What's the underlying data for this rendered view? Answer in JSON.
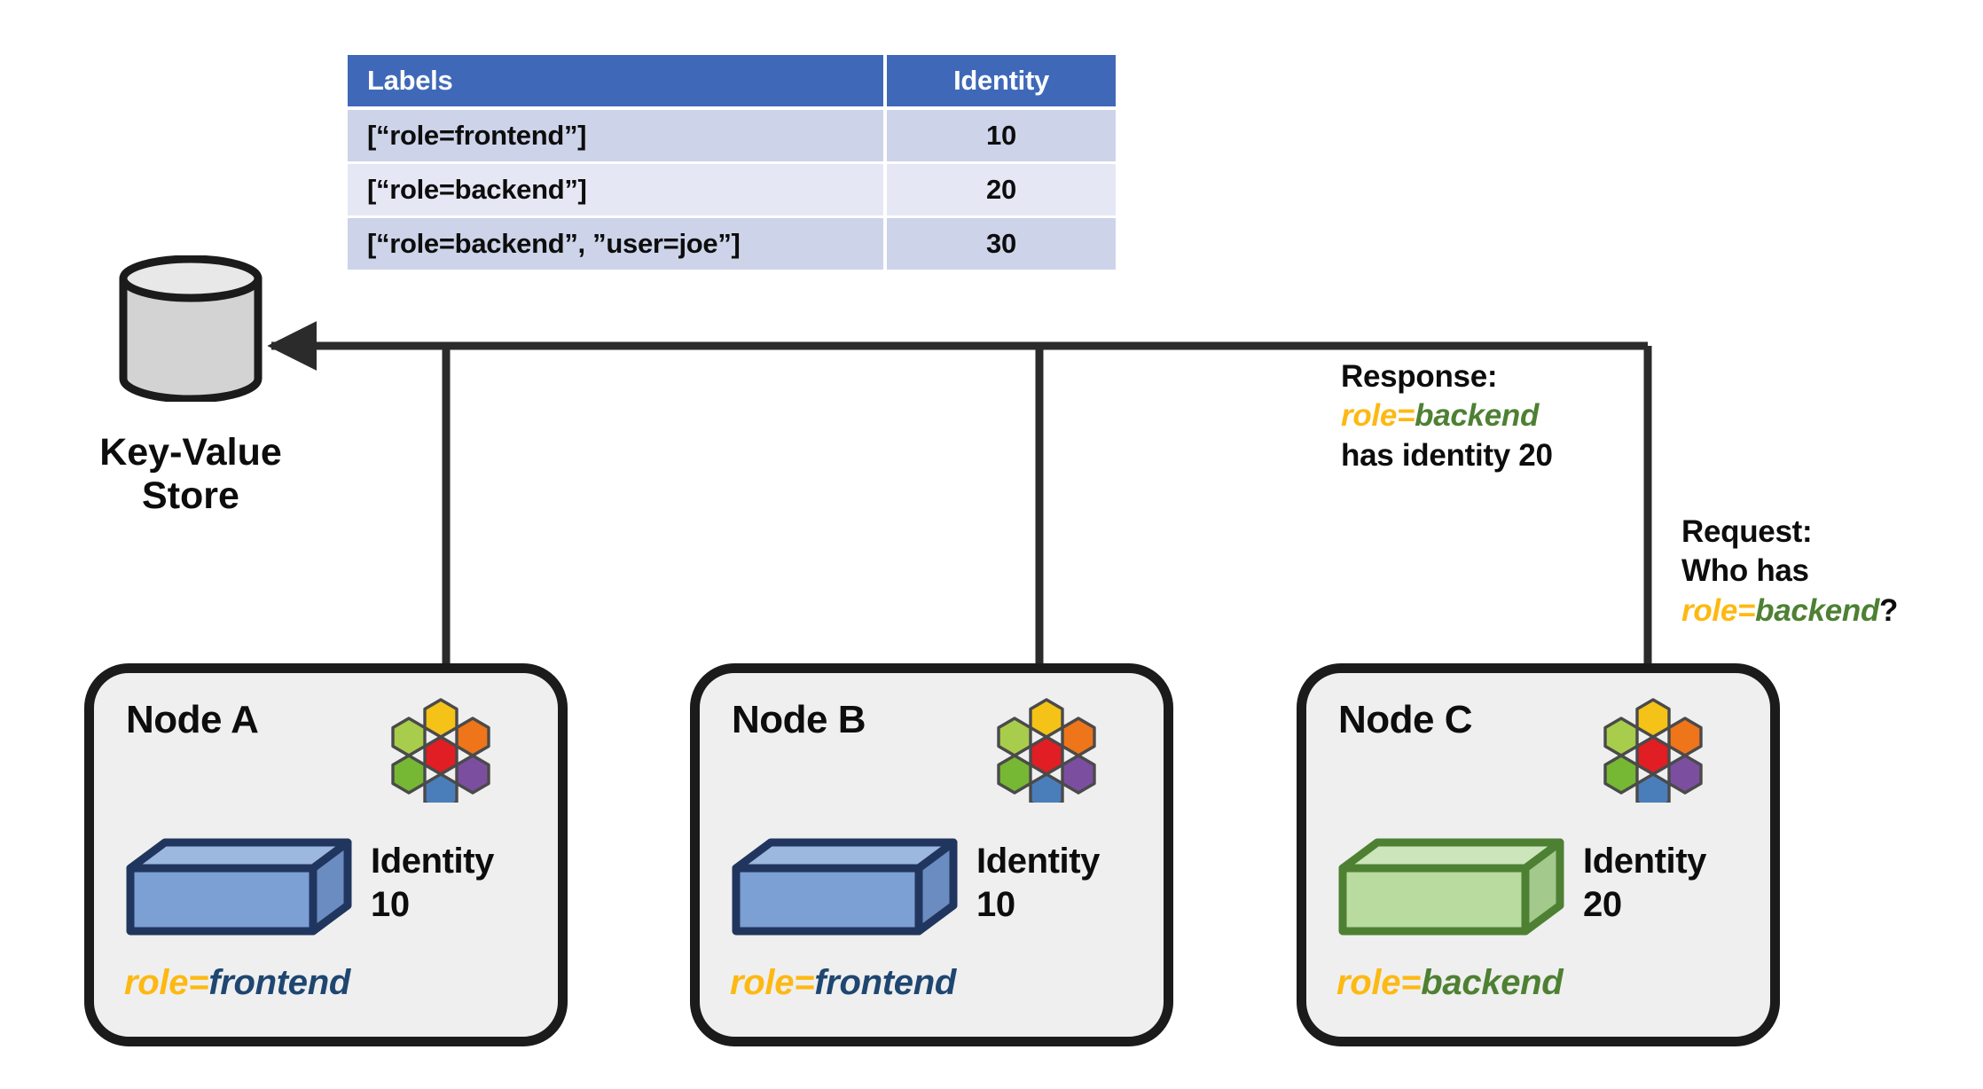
{
  "table": {
    "columns": [
      "Labels",
      "Identity"
    ],
    "rows": [
      {
        "labels": "[“role=frontend”]",
        "identity": "10"
      },
      {
        "labels": "[“role=backend”]",
        "identity": "20"
      },
      {
        "labels": "[“role=backend”, ”user=joe”]",
        "identity": "30"
      }
    ],
    "header_color": "#3F69B8",
    "row_color_odd": "#CDD3E9",
    "row_color_even": "#E5E8F4"
  },
  "kv_store": {
    "label": "Key-Value\nStore"
  },
  "nodes": [
    {
      "title": "Node A",
      "identity_label": "Identity\n10",
      "role_key": "role=",
      "role_value": "frontend",
      "box_color": "#7C9FD4",
      "box_stroke": "#21365E"
    },
    {
      "title": "Node B",
      "identity_label": "Identity\n10",
      "role_key": "role=",
      "role_value": "frontend",
      "box_color": "#7C9FD4",
      "box_stroke": "#21365E"
    },
    {
      "title": "Node C",
      "identity_label": "Identity\n20",
      "role_key": "role=",
      "role_value": "backend",
      "box_color": "#B9DBA0",
      "box_stroke": "#4E8033"
    }
  ],
  "annotations": {
    "response": {
      "line1": "Response:",
      "key": "role=",
      "value": "backend",
      "line3": "has identity 20"
    },
    "request": {
      "line1": "Request:",
      "line2": "Who has",
      "key": "role=",
      "value": "backend",
      "suffix": "?"
    }
  },
  "colors": {
    "accent_key": "#FDB913",
    "frontend": "#1F4671",
    "backend": "#4E8033",
    "card_bg": "#EFEFEF",
    "card_stroke": "#1B1B1B",
    "connector": "#2B2B2B"
  },
  "hex_colors": {
    "top": "#F5C218",
    "upper_left": "#A8CC4C",
    "upper_right": "#EE7519",
    "center": "#E01E23",
    "lower_left": "#76B833",
    "lower_right": "#7C4EA0",
    "bottom": "#4A7EBB"
  }
}
